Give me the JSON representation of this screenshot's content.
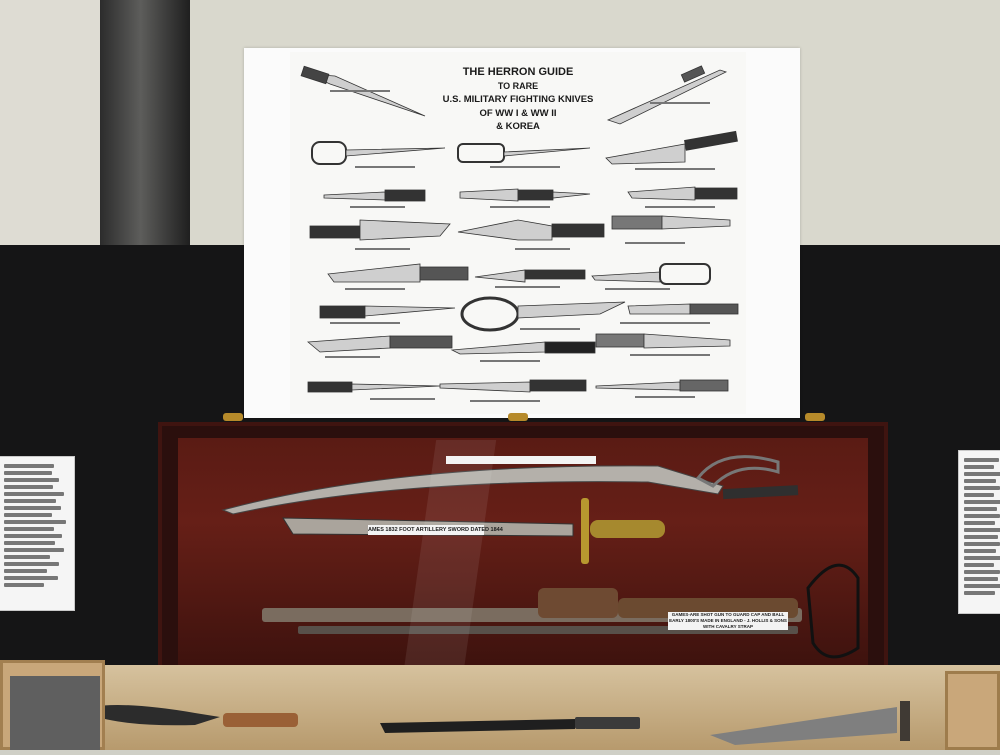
{
  "poster": {
    "title_line1": "THE HERRON GUIDE",
    "title_line2": "TO RARE",
    "title_line3": "U.S. MILITARY FIGHTING KNIVES",
    "title_line4": "OF WW I & WW II",
    "title_line5": "& KOREA"
  },
  "case_labels": {
    "sword": "AMES 1832 FOOT ARTILLERY SWORD DATED 1844",
    "guns": "GAMES-ARE SHOT GUN TO GUARD CAP AND BALL EARLY 1800'S MADE IN ENGLAND - J. HOLLIS & SONS WITH CAVALRY STRAP"
  },
  "colors": {
    "backboard": "#151516",
    "case_frame": "#3f1410",
    "case_interior": "#661f17",
    "table": "#c9a77a"
  }
}
